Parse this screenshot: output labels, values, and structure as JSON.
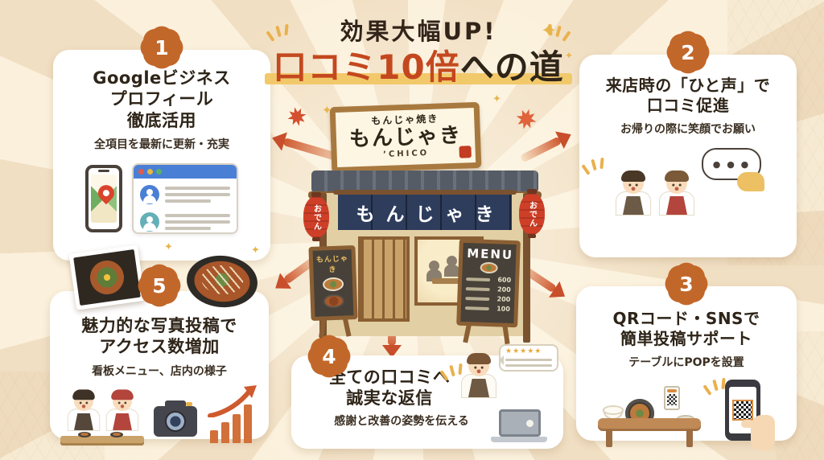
{
  "title": {
    "line1": "効果大幅UP!",
    "line2_highlight": "口コミ10倍",
    "line2_rest": "への道"
  },
  "sections": {
    "s1": {
      "number": "1",
      "title1": "Googleビジネス",
      "title2": "プロフィール",
      "title3": "徹底活用",
      "subtitle": "全項目を最新に更新・充実"
    },
    "s2": {
      "number": "2",
      "title1": "来店時の「ひと声」で",
      "title2": "口コミ促進",
      "subtitle": "お帰りの際に笑顔でお願い",
      "bubble_dots": "● ● ●"
    },
    "s3": {
      "number": "3",
      "title1": "QRコード・SNSで",
      "title2": "簡単投稿サポート",
      "subtitle": "テーブルにPOPを設置"
    },
    "s4": {
      "number": "4",
      "title1": "全ての口コミへ",
      "title2": "誠実な返信",
      "subtitle": "感謝と改善の姿勢を伝える",
      "stars": "★★★★★"
    },
    "s5": {
      "number": "5",
      "title1": "魅力的な写真投稿で",
      "title2": "アクセス数増加",
      "subtitle": "看板メニュー、店内の様子"
    }
  },
  "storefront": {
    "sign_top": "もんじゃ焼き",
    "sign_main": "もんじゃき",
    "sign_sub": "’CHICO",
    "noren": "もんじゃき",
    "lantern_left": "おでん",
    "lantern_right": "おでん",
    "board_left_title": "もんじゃき",
    "menu_title": "MENU",
    "menu_prices": [
      "600",
      "200",
      "200",
      "100"
    ]
  },
  "decor": {
    "sparkle": "✦"
  },
  "colors": {
    "background": "#f1dfc3",
    "accent_orange": "#c2672a",
    "title_red": "#c4481f",
    "highlight_yellow": "#f2c96a",
    "noren_navy": "#2e3d5c",
    "lantern_red": "#cf3f27"
  }
}
